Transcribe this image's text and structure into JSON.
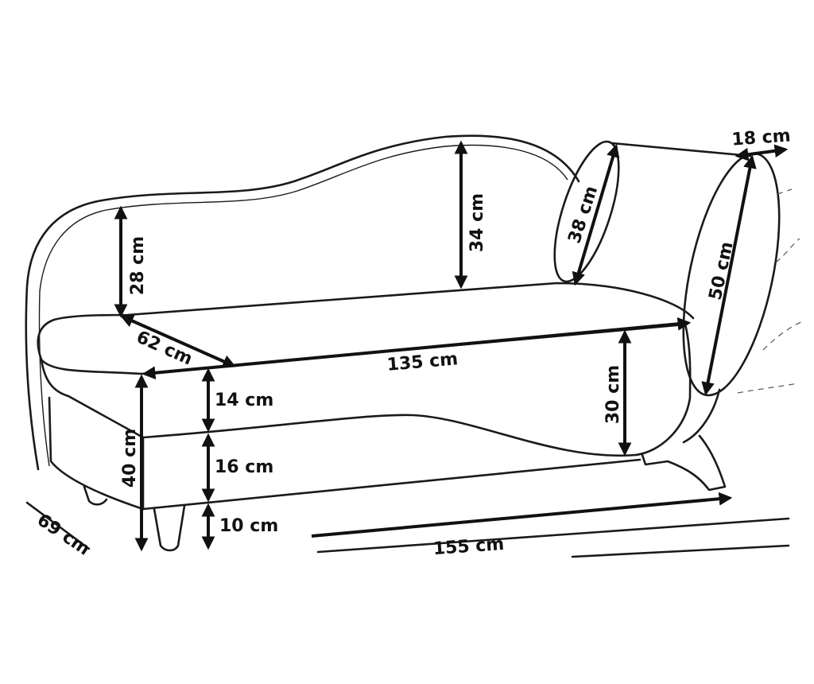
{
  "colors": {
    "line": "#1a1a1a",
    "dimension": "#111111",
    "background": "#ffffff"
  },
  "dimensions": {
    "backrest_left_height": "28 cm",
    "backrest_center_height": "34 cm",
    "pillow_length": "38 cm",
    "pillow_depth": "18 cm",
    "pillow_diameter": "50 cm",
    "seat_depth": "62 cm",
    "seat_length": "135 cm",
    "armrest_height": "30 cm",
    "cushion_height": "14 cm",
    "base_height": "16 cm",
    "leg_height": "10 cm",
    "total_height": "40 cm",
    "total_depth": "69 cm",
    "total_length": "155 cm"
  }
}
